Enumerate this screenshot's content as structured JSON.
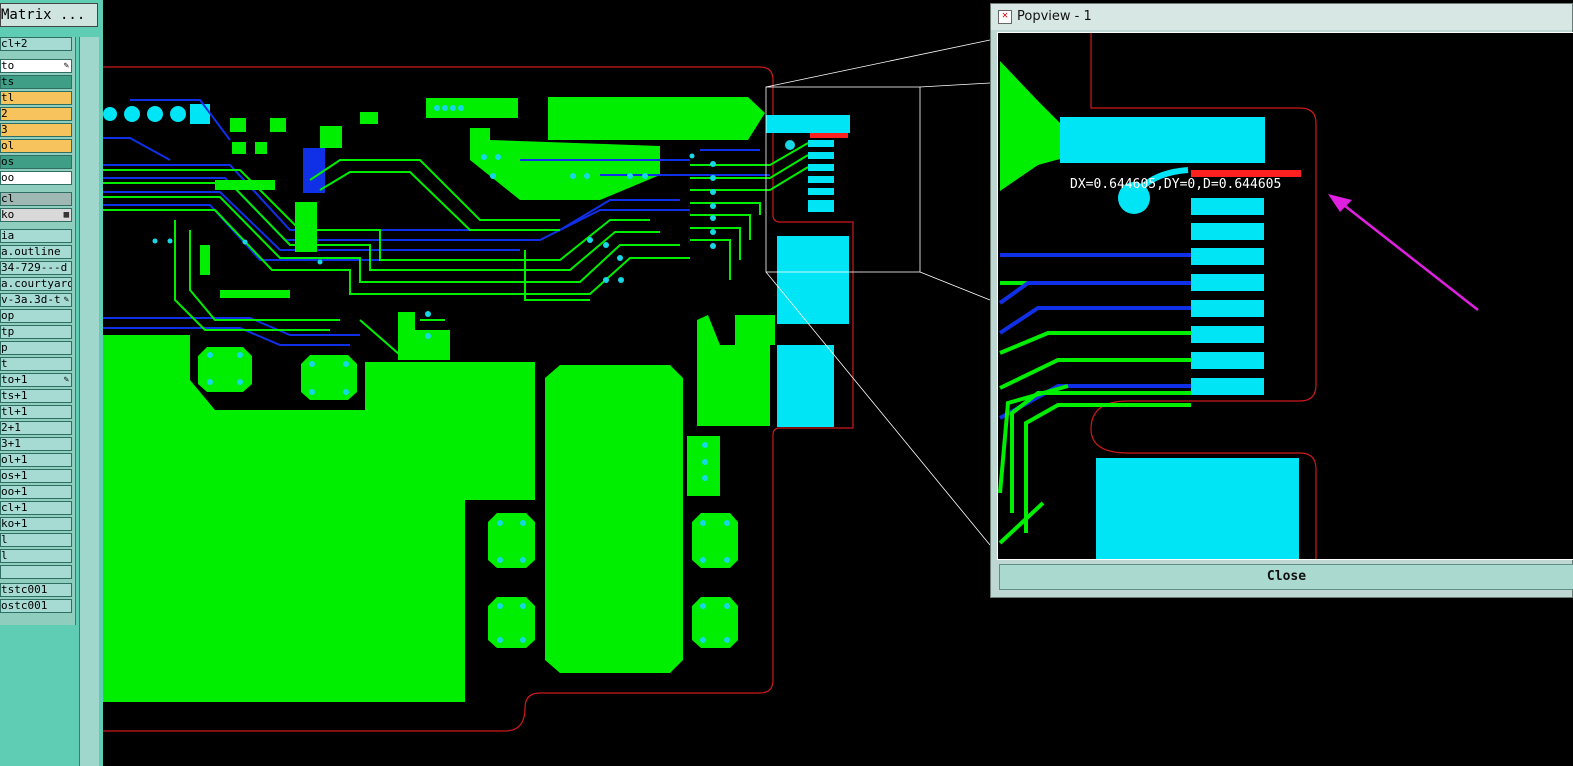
{
  "sidebar": {
    "title": "Matrix ...",
    "layers": [
      {
        "label": "cl+2",
        "bg": "#a6dbd4",
        "mark": ""
      },
      {
        "label": "to",
        "bg": "#ffffff",
        "mark": "✎"
      },
      {
        "label": "ts",
        "bg": "#3f9f86",
        "mark": ""
      },
      {
        "label": "tl",
        "bg": "#f6c35c",
        "mark": ""
      },
      {
        "label": "2",
        "bg": "#f6c35c",
        "mark": ""
      },
      {
        "label": "3",
        "bg": "#f6c35c",
        "mark": ""
      },
      {
        "label": "ol",
        "bg": "#f6c35c",
        "mark": ""
      },
      {
        "label": "os",
        "bg": "#3f9f86",
        "mark": ""
      },
      {
        "label": "oo",
        "bg": "#ffffff",
        "mark": ""
      },
      {
        "label": "cl",
        "bg": "#9fb8b4",
        "mark": ""
      },
      {
        "label": "ko",
        "bg": "#d9d9d9",
        "mark": "▦"
      },
      {
        "label": "ia",
        "bg": "#a6dbd4",
        "mark": ""
      },
      {
        "label": "a.outline",
        "bg": "#a6dbd4",
        "mark": ""
      },
      {
        "label": "34-729---d",
        "bg": "#a6dbd4",
        "mark": ""
      },
      {
        "label": "a.courtyard",
        "bg": "#a6dbd4",
        "mark": ""
      },
      {
        "label": "v-3a.3d-t",
        "bg": "#a6dbd4",
        "mark": "✎"
      },
      {
        "label": "op",
        "bg": "#a6dbd4",
        "mark": ""
      },
      {
        "label": "tp",
        "bg": "#a6dbd4",
        "mark": ""
      },
      {
        "label": "p",
        "bg": "#a6dbd4",
        "mark": ""
      },
      {
        "label": "t",
        "bg": "#a6dbd4",
        "mark": ""
      },
      {
        "label": "to+1",
        "bg": "#a6dbd4",
        "mark": "✎"
      },
      {
        "label": "ts+1",
        "bg": "#a6dbd4",
        "mark": ""
      },
      {
        "label": "tl+1",
        "bg": "#a6dbd4",
        "mark": ""
      },
      {
        "label": "2+1",
        "bg": "#a6dbd4",
        "mark": ""
      },
      {
        "label": "3+1",
        "bg": "#a6dbd4",
        "mark": ""
      },
      {
        "label": "ol+1",
        "bg": "#a6dbd4",
        "mark": ""
      },
      {
        "label": "os+1",
        "bg": "#a6dbd4",
        "mark": ""
      },
      {
        "label": "oo+1",
        "bg": "#a6dbd4",
        "mark": ""
      },
      {
        "label": "cl+1",
        "bg": "#a6dbd4",
        "mark": ""
      },
      {
        "label": "ko+1",
        "bg": "#a6dbd4",
        "mark": ""
      },
      {
        "label": "l",
        "bg": "#a6dbd4",
        "mark": ""
      },
      {
        "label": "l",
        "bg": "#a6dbd4",
        "mark": ""
      },
      {
        "label": "",
        "bg": "#a6dbd4",
        "mark": ""
      },
      {
        "label": "tstc001",
        "bg": "#a6dbd4",
        "mark": ""
      },
      {
        "label": "ostc001",
        "bg": "#a6dbd4",
        "mark": ""
      }
    ]
  },
  "popview": {
    "title": "Popview - 1",
    "measurement": "DX=0.644605,DY=0,D=0.644605",
    "close_label": "Close"
  },
  "colors": {
    "copper_top": "#00ee00",
    "copper_pad": "#00e5f5",
    "trace_blue": "#1030e8",
    "outline": "#cc1a1a",
    "marker": "#ff2020",
    "arrow": "#e020e0",
    "via": "#17d7e6"
  }
}
